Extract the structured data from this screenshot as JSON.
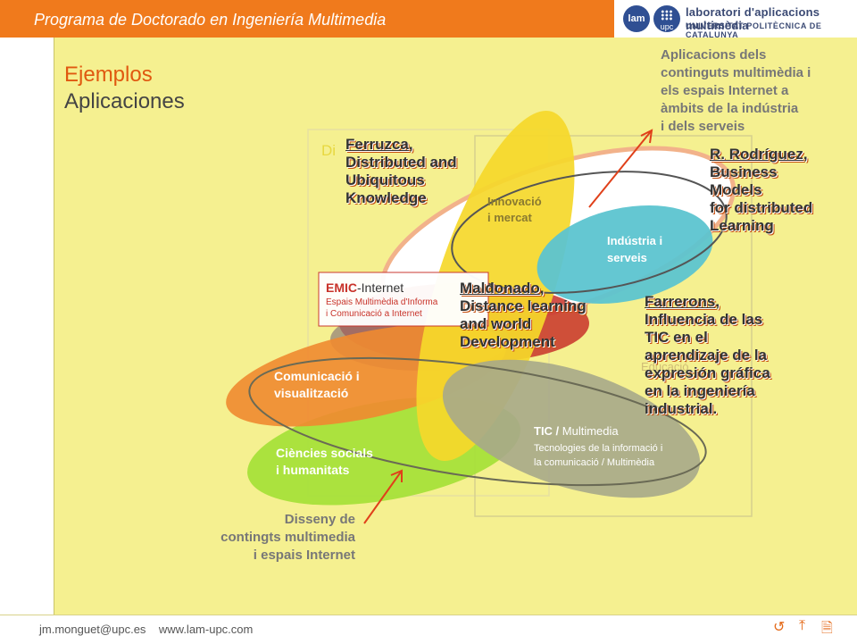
{
  "header": {
    "program_title": "Programa de Doctorado en Ingeniería Multimedia",
    "lab_logo": {
      "lam_badge": "lam",
      "upc_badge": "upc",
      "lab_name": "laboratori d'aplicacions multimèdia",
      "university": "UNIVERSITAT POLITÈCNICA DE CATALUNYA"
    }
  },
  "slide": {
    "heading": "Ejemplos",
    "subheading": "Aplicaciones"
  },
  "diagram": {
    "top_description": [
      "Aplicacions dels",
      "continguts multimèdia i",
      "els espais Internet a",
      "àmbits de la indústria",
      "i dels serveis"
    ],
    "bottom_description": [
      "Disseny de",
      "contingts multimedia",
      "i espais Internet"
    ],
    "frame_label": "Di",
    "emic_box": {
      "title_bold": "EMIC",
      "title_rest": "-Internet",
      "line1": "Espais Multimèdia d'Informa",
      "line2": "i Comunicació a Internet"
    },
    "ellipse_labels": {
      "innovacio": [
        "Innovació",
        "i mercat"
      ],
      "industria": [
        "Indústria i",
        "serveis"
      ],
      "comunicacio": [
        "Comunicació i",
        "visualització"
      ],
      "ciencies": [
        "Ciències socials",
        "i humanitats"
      ],
      "tic_title_bold": "TIC /",
      "tic_title_rest": " Multimedia",
      "tic_line1": "Tecnologies de la informació i",
      "tic_line2": "la comunicació / Multimèdia",
      "faint_label": "Educació"
    }
  },
  "references": [
    {
      "name": "Ferruzca",
      "lines": [
        "Distributed and",
        "Ubiquitous",
        "Knowledge"
      ]
    },
    {
      "name": "R. Rodríguez",
      "lines": [
        "Business",
        "Models",
        "for distributed",
        "Learning"
      ]
    },
    {
      "name": "Maldonado",
      "lines": [
        "Distance learning",
        "and world",
        "Development"
      ]
    },
    {
      "name": "Farrerons",
      "lines": [
        "Influencia de las",
        "TIC  en el",
        "aprendizaje de la",
        "expresión gráfica",
        "en la ingeniería",
        "industrial."
      ]
    }
  ],
  "footer": {
    "email": "jm.monguet@upc.es",
    "website": "www.lam-upc.com"
  },
  "nav_icons": [
    "return-icon",
    "home-icon",
    "document-icon"
  ],
  "colors": {
    "orange": "#f07a1c",
    "background": "#f5f090",
    "blue": "#3b4a74",
    "cyan": "#5cc4d0",
    "yellow": "#f5d82a",
    "green": "#a6e03a",
    "gray_green": "#a7a88a",
    "red": "#c8332a"
  }
}
